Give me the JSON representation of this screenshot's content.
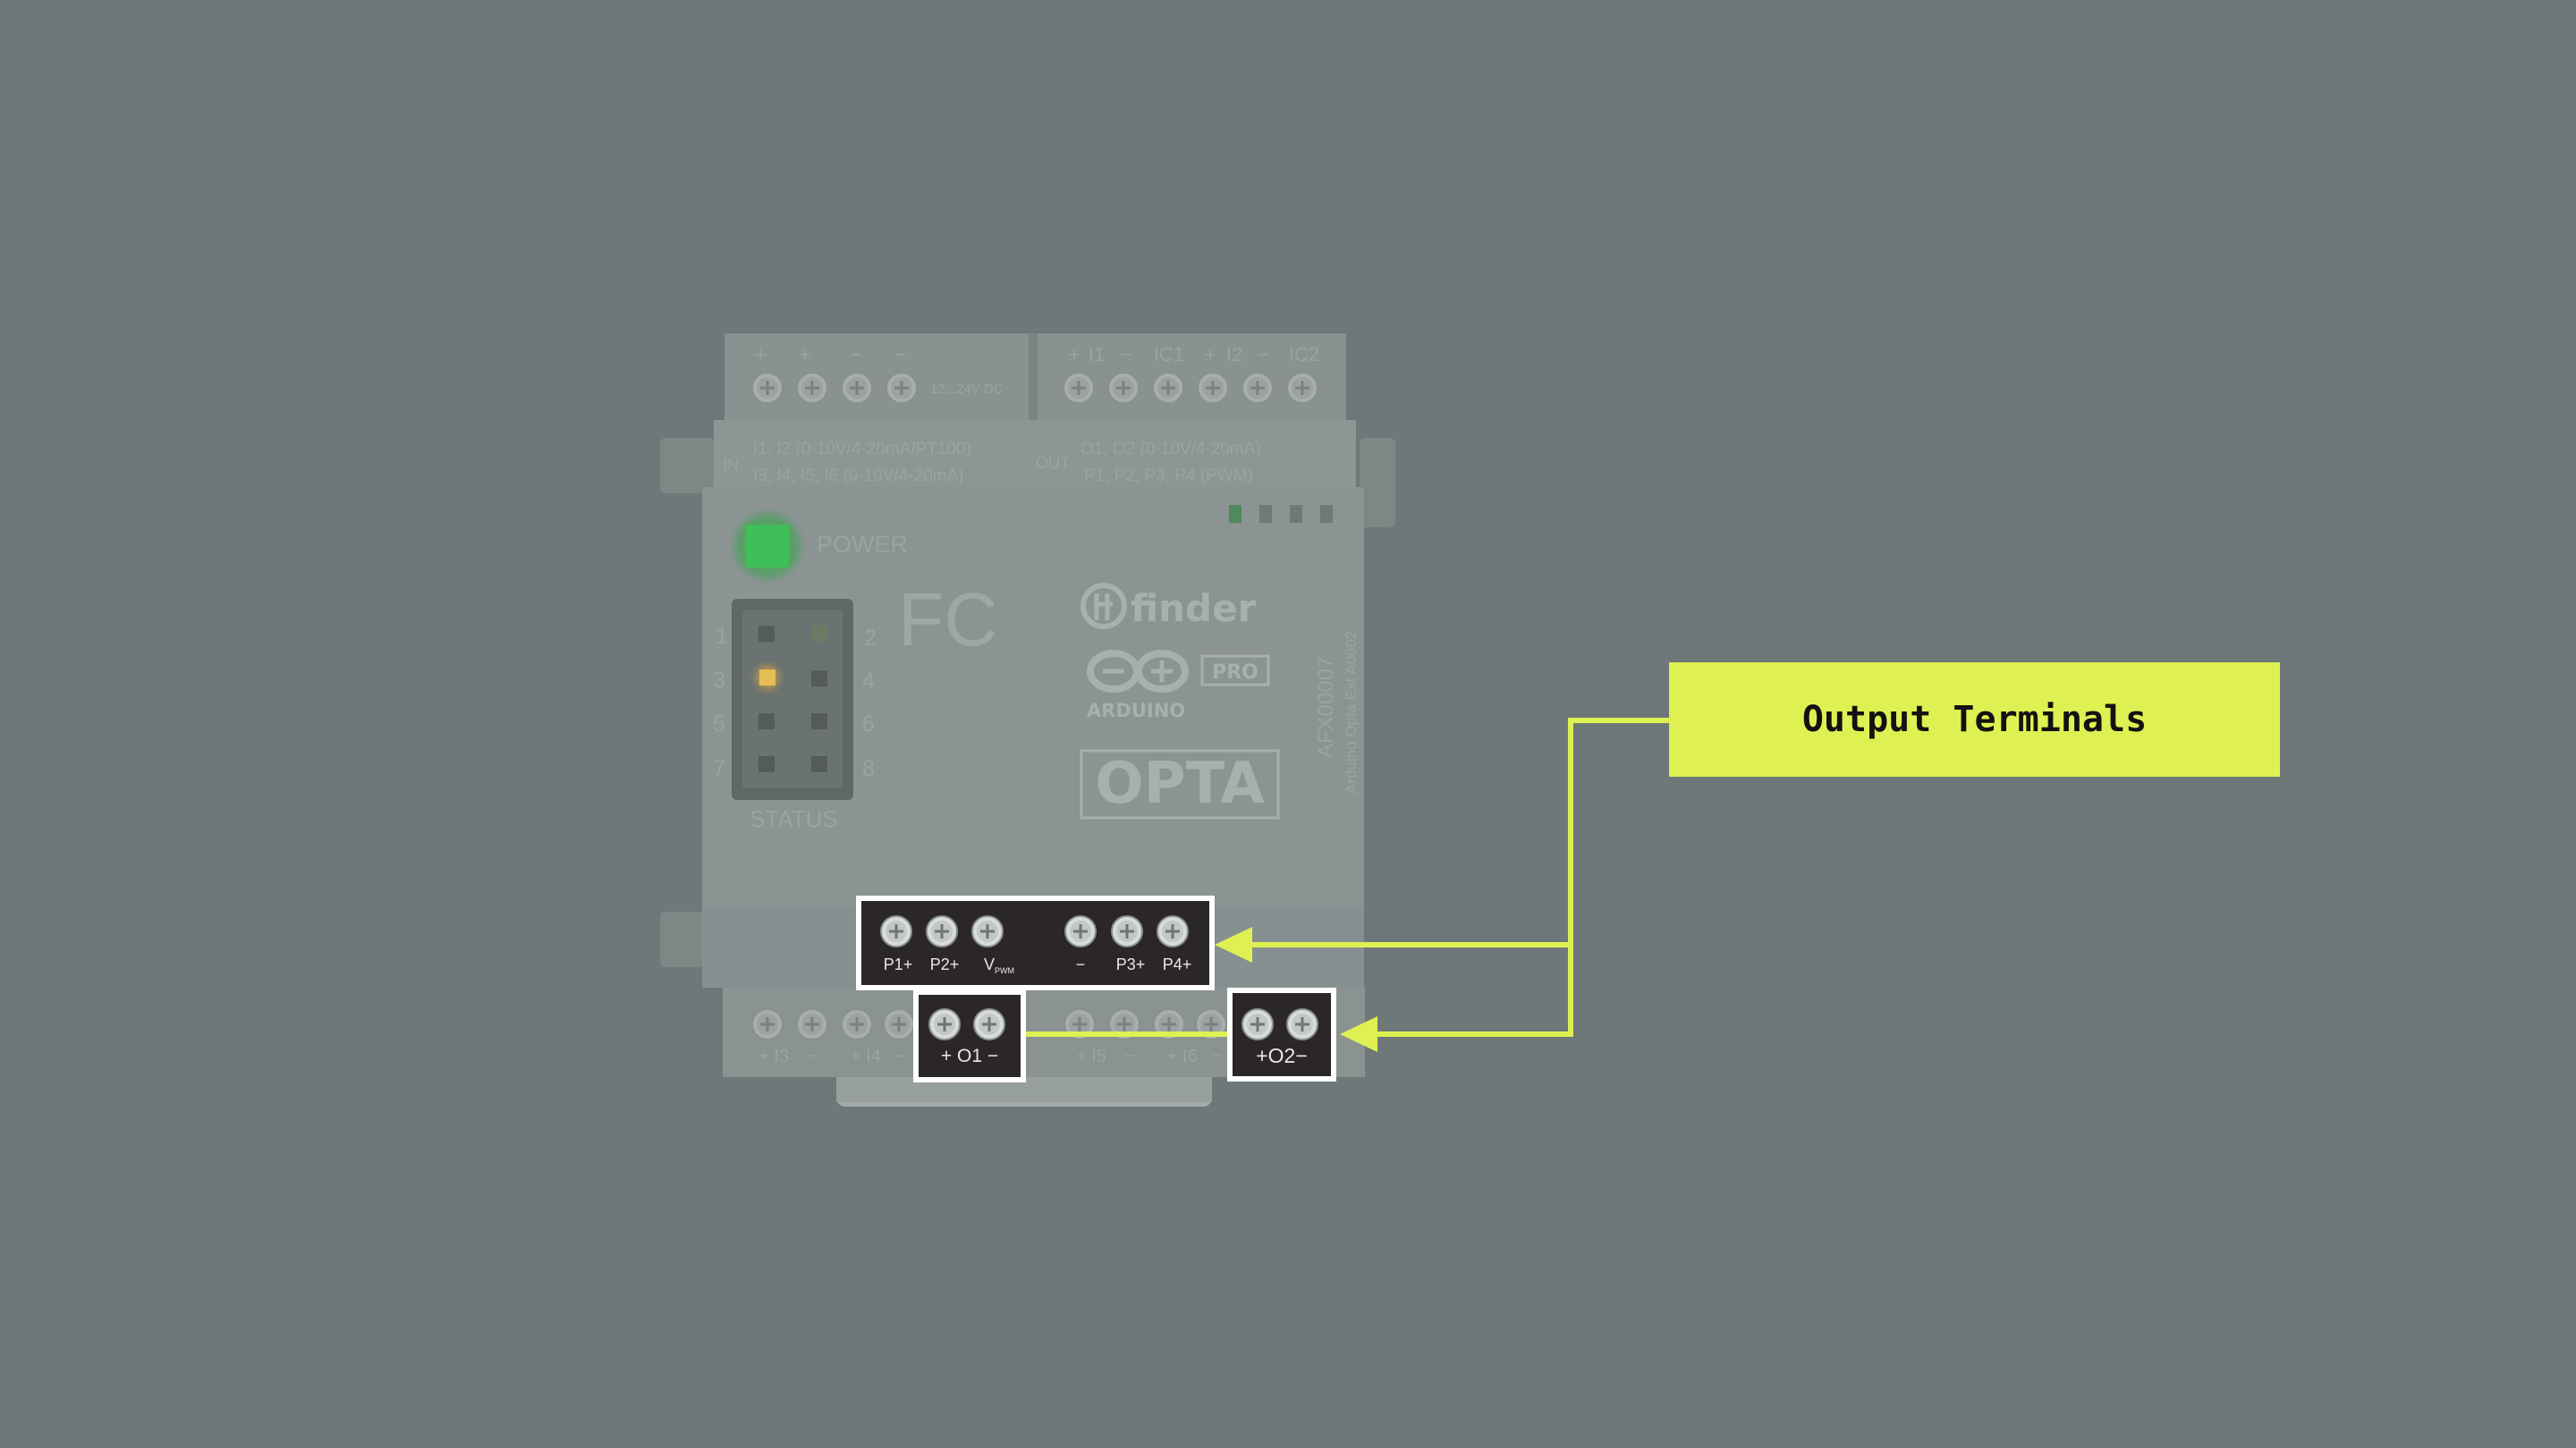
{
  "callout": {
    "label": "Output Terminals"
  },
  "device": {
    "top_left_terminals": [
      "+",
      "+",
      "−",
      "−"
    ],
    "supply_label": "12...24V DC",
    "top_right_terminals": [
      "+",
      "I1",
      "−",
      "IC1",
      "+",
      "I2",
      "−",
      "IC2"
    ],
    "in_tag": "IN",
    "in_line1": "I1, I2 (0-10V/4-20mA/PT100)",
    "in_line2": "I3, I4, I5, I6 (0-10V/4-20mA)",
    "out_tag": "OUT",
    "out_line1": "O1, O2 (0-10V/4-20mA)",
    "out_line2": "P1, P2, P3, P4 (PWM)",
    "power_label": "POWER",
    "status_label": "STATUS",
    "status_numbers": [
      "1",
      "2",
      "3",
      "4",
      "5",
      "6",
      "7",
      "8"
    ],
    "fcc_mark": "FC",
    "finder_brand": "finder",
    "arduino_brand": "ARDUINO",
    "pro_badge": "PRO",
    "product_name": "OPTA",
    "part_number": "AFX00007",
    "model_name": "Arduino Opta Ext A0602",
    "pwm_labels": [
      "P1+",
      "P2+",
      "V",
      "−",
      "P3+",
      "P4+"
    ],
    "pwm_sub": "PWM",
    "o1_label": "+ O1 −",
    "o2_label": "+O2−",
    "bottom_labels": [
      "+ I3",
      "−",
      "+ I4",
      "−",
      "+ I5",
      "−",
      "+ I6",
      "−"
    ]
  },
  "colors": {
    "background": "#6f7878",
    "accent": "#dff152",
    "highlight_border": "#ffffff",
    "terminal_block": "#2b2726",
    "power_led": "#3dbb55",
    "status_led": "#e0b64a"
  }
}
